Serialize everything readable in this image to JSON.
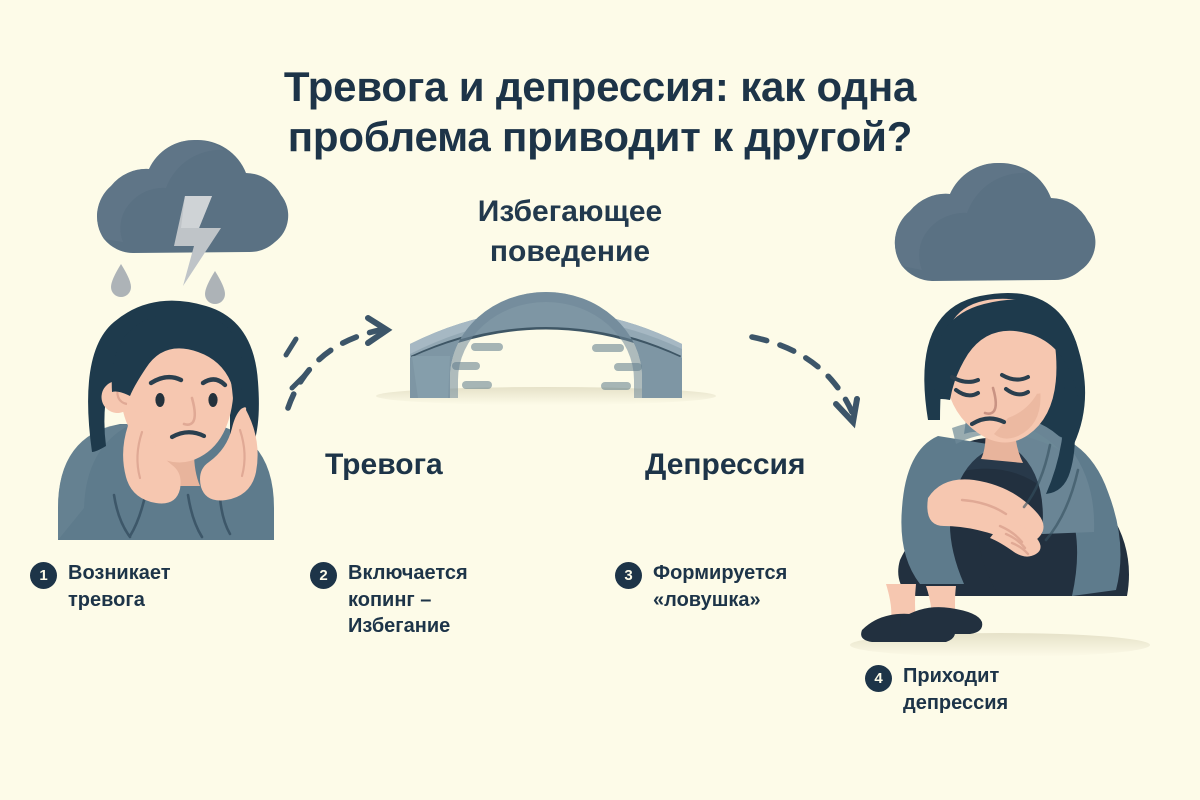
{
  "page": {
    "background_color": "#FDFBE8",
    "ink_color": "#1D3448"
  },
  "title": {
    "line1": "Тревога и депрессия: как одна",
    "line2": "проблема приводит к другой?"
  },
  "center": {
    "bridge_label_line1": "Избегающее",
    "bridge_label_line2": "поведение"
  },
  "stages": {
    "left_label": "Тревога",
    "right_label": "Депрессия"
  },
  "steps": [
    {
      "number": "1",
      "text": "Возникает\nтревога"
    },
    {
      "number": "2",
      "text": "Включается\nкопинг –\nИзбегание"
    },
    {
      "number": "3",
      "text": "Формируется\n«ловушка»"
    },
    {
      "number": "4",
      "text": "Приходит\nдепрессия"
    }
  ],
  "illustrations": {
    "left": {
      "name": "anxious-woman-with-storm-cloud",
      "cloud": "storm-cloud-with-lightning-and-raindrops",
      "pose": "head-resting-in-hands-worried-face"
    },
    "center": {
      "name": "stone-arch-bridge",
      "description": "grey stone arch bridge with brick marks"
    },
    "right": {
      "name": "depressed-woman-with-cloud",
      "cloud": "rain-cloud",
      "pose": "sitting-hugging-knees-head-down"
    },
    "arrows": [
      {
        "name": "dashed-arrow-left-to-bridge",
        "direction": "up-right"
      },
      {
        "name": "dashed-arrow-bridge-to-right",
        "direction": "down-right"
      }
    ]
  },
  "palette": {
    "cream": "#FDFBE8",
    "navy": "#1D3448",
    "cloud_gray": "#5A7183",
    "sweater_blue": "#5E7B8C",
    "skin": "#F6C7B0",
    "skin_shadow": "#E0A995",
    "hair_dark": "#1E3A4C",
    "stone": "#8098A6",
    "stone_dark": "#6E8797",
    "bolt_gray": "#B9BEC2",
    "skirt_navy": "#22303F"
  }
}
